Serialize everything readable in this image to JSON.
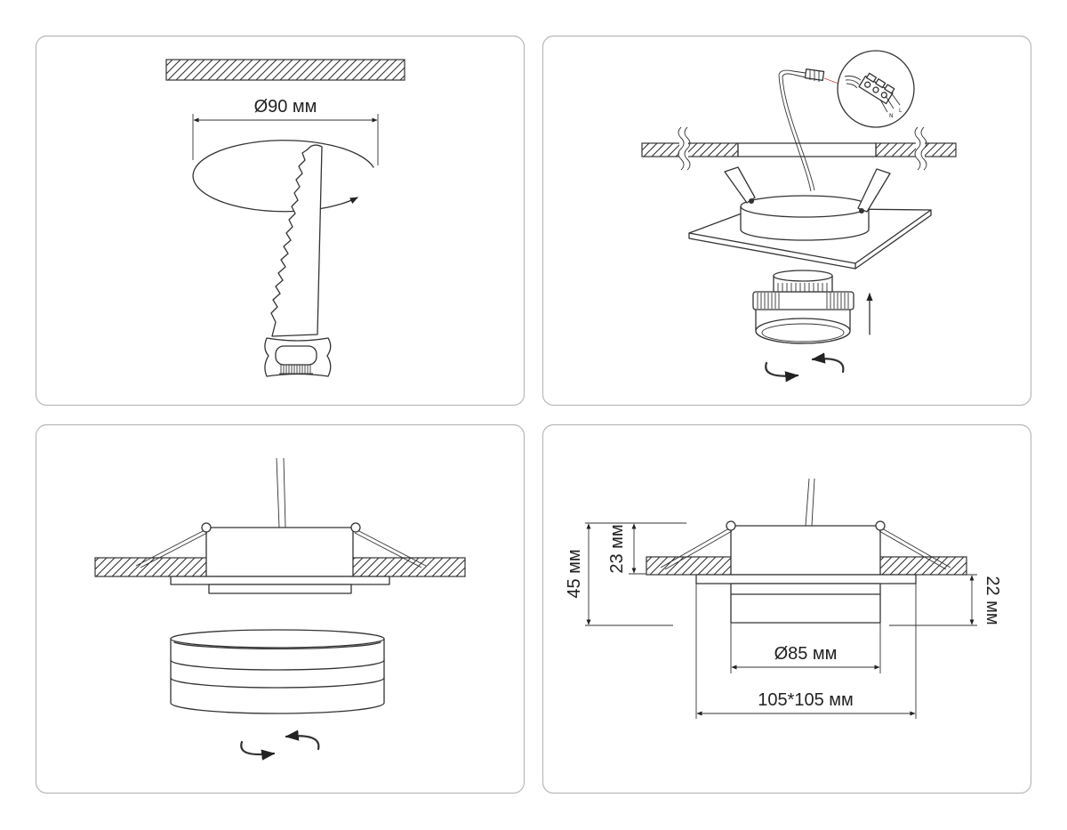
{
  "colors": {
    "line": "#333333",
    "panel_border": "#b8b8b8",
    "wire_accent": "#cc4444"
  },
  "panels": {
    "cut_hole": {
      "diameter_label": "Ø90 мм"
    },
    "wiring": {
      "terminal_labels": [
        "N",
        "L"
      ]
    },
    "dimensions": {
      "height_total": "45 мм",
      "height_top": "23 мм",
      "height_bottom": "22 мм",
      "diameter": "Ø85 мм",
      "plate": "105*105 мм"
    }
  }
}
